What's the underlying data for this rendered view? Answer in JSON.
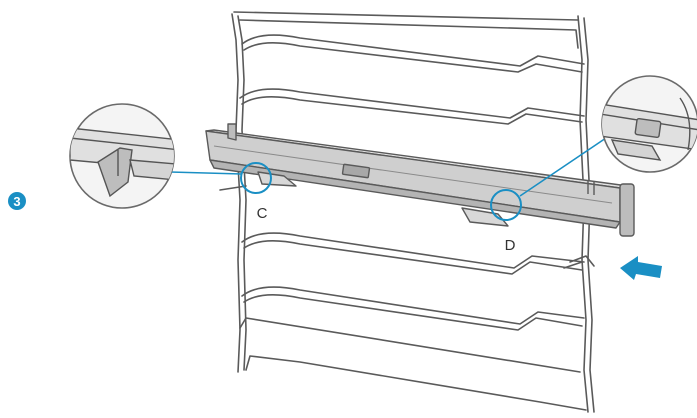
{
  "step": {
    "number": "3"
  },
  "labels": {
    "c": "C",
    "d": "D"
  },
  "colors": {
    "accent": "#1a8fc4",
    "line": "#555555",
    "rail_fill": "#d6d6d6",
    "rail_dark": "#9a9a9a",
    "callout_fill": "#e9e9e9"
  },
  "icons": {
    "step_badge": "numbered-circle-icon",
    "arrow": "push-direction-arrow-icon"
  }
}
